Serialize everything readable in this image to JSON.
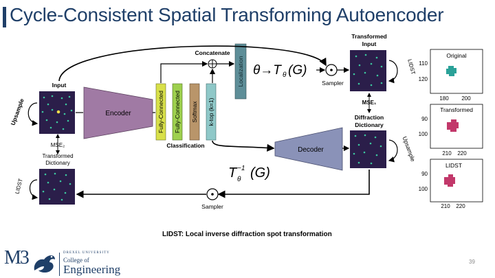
{
  "slide": {
    "title": "Cycle-Consistent Spatial Transforming Autoencoder",
    "caption": "LIDST: Local inverse diffraction spot transformation",
    "page_number": "39"
  },
  "diagram": {
    "labels": {
      "input": "Input",
      "upsample_left": "Upsample",
      "mse2": "MSE₂",
      "transformed_dictionary": [
        "Transformed",
        "Dictionary"
      ],
      "lidst_left": "LIDST",
      "encoder": "Encoder",
      "fully_connected_1": "Fully-Connected",
      "fully_connected_2": "Fully-Connected",
      "softmax": "Softmax",
      "ktop": "k-top (k=1)",
      "classification": "Classification",
      "concatenate": "Concatenate",
      "localization": "Localization",
      "theta_formula": "θ→T",
      "theta_sub": "θ",
      "theta_arg": "(G)",
      "sampler_top": "Sampler",
      "transformed_input": [
        "Transformed",
        "Input"
      ],
      "lidst_right": "LIDST",
      "mse1": "MSE₁",
      "diffraction_dictionary": [
        "Diffraction",
        "Dictionary"
      ],
      "upsample_right": "Upsample",
      "decoder": "Decoder",
      "inverse_T": "T",
      "inverse_sup": "−1",
      "inverse_sub": "θ",
      "inverse_arg": "(G)",
      "sampler_bottom": "Sampler"
    },
    "insets": [
      {
        "label": "Original",
        "y_ticks": [
          "110",
          "120"
        ],
        "x_ticks": [
          "180",
          "200"
        ],
        "color": "#2aa198"
      },
      {
        "label": "Transformed",
        "y_ticks": [
          "90",
          "100"
        ],
        "x_ticks": [
          "210",
          "220"
        ],
        "color": "#c2386a"
      },
      {
        "label": "LIDST",
        "y_ticks": [
          "90",
          "100"
        ],
        "x_ticks": [
          "210",
          "220"
        ],
        "color": "#c2386a"
      }
    ],
    "colors": {
      "image_bg": "#2b1e4a",
      "spot": "#3cc7a0",
      "encoder": "#a07aa4",
      "decoder": "#8a92b8",
      "fc_yellow": "#d8e04a",
      "fc_green": "#9ed04e",
      "softmax": "#b9956a",
      "ktop": "#8fc8c8",
      "localization": "#5e8e98"
    }
  },
  "logo": {
    "mark": "M3",
    "university": "DREXEL UNIVERSITY",
    "college": "College of",
    "school": "Engineering"
  }
}
